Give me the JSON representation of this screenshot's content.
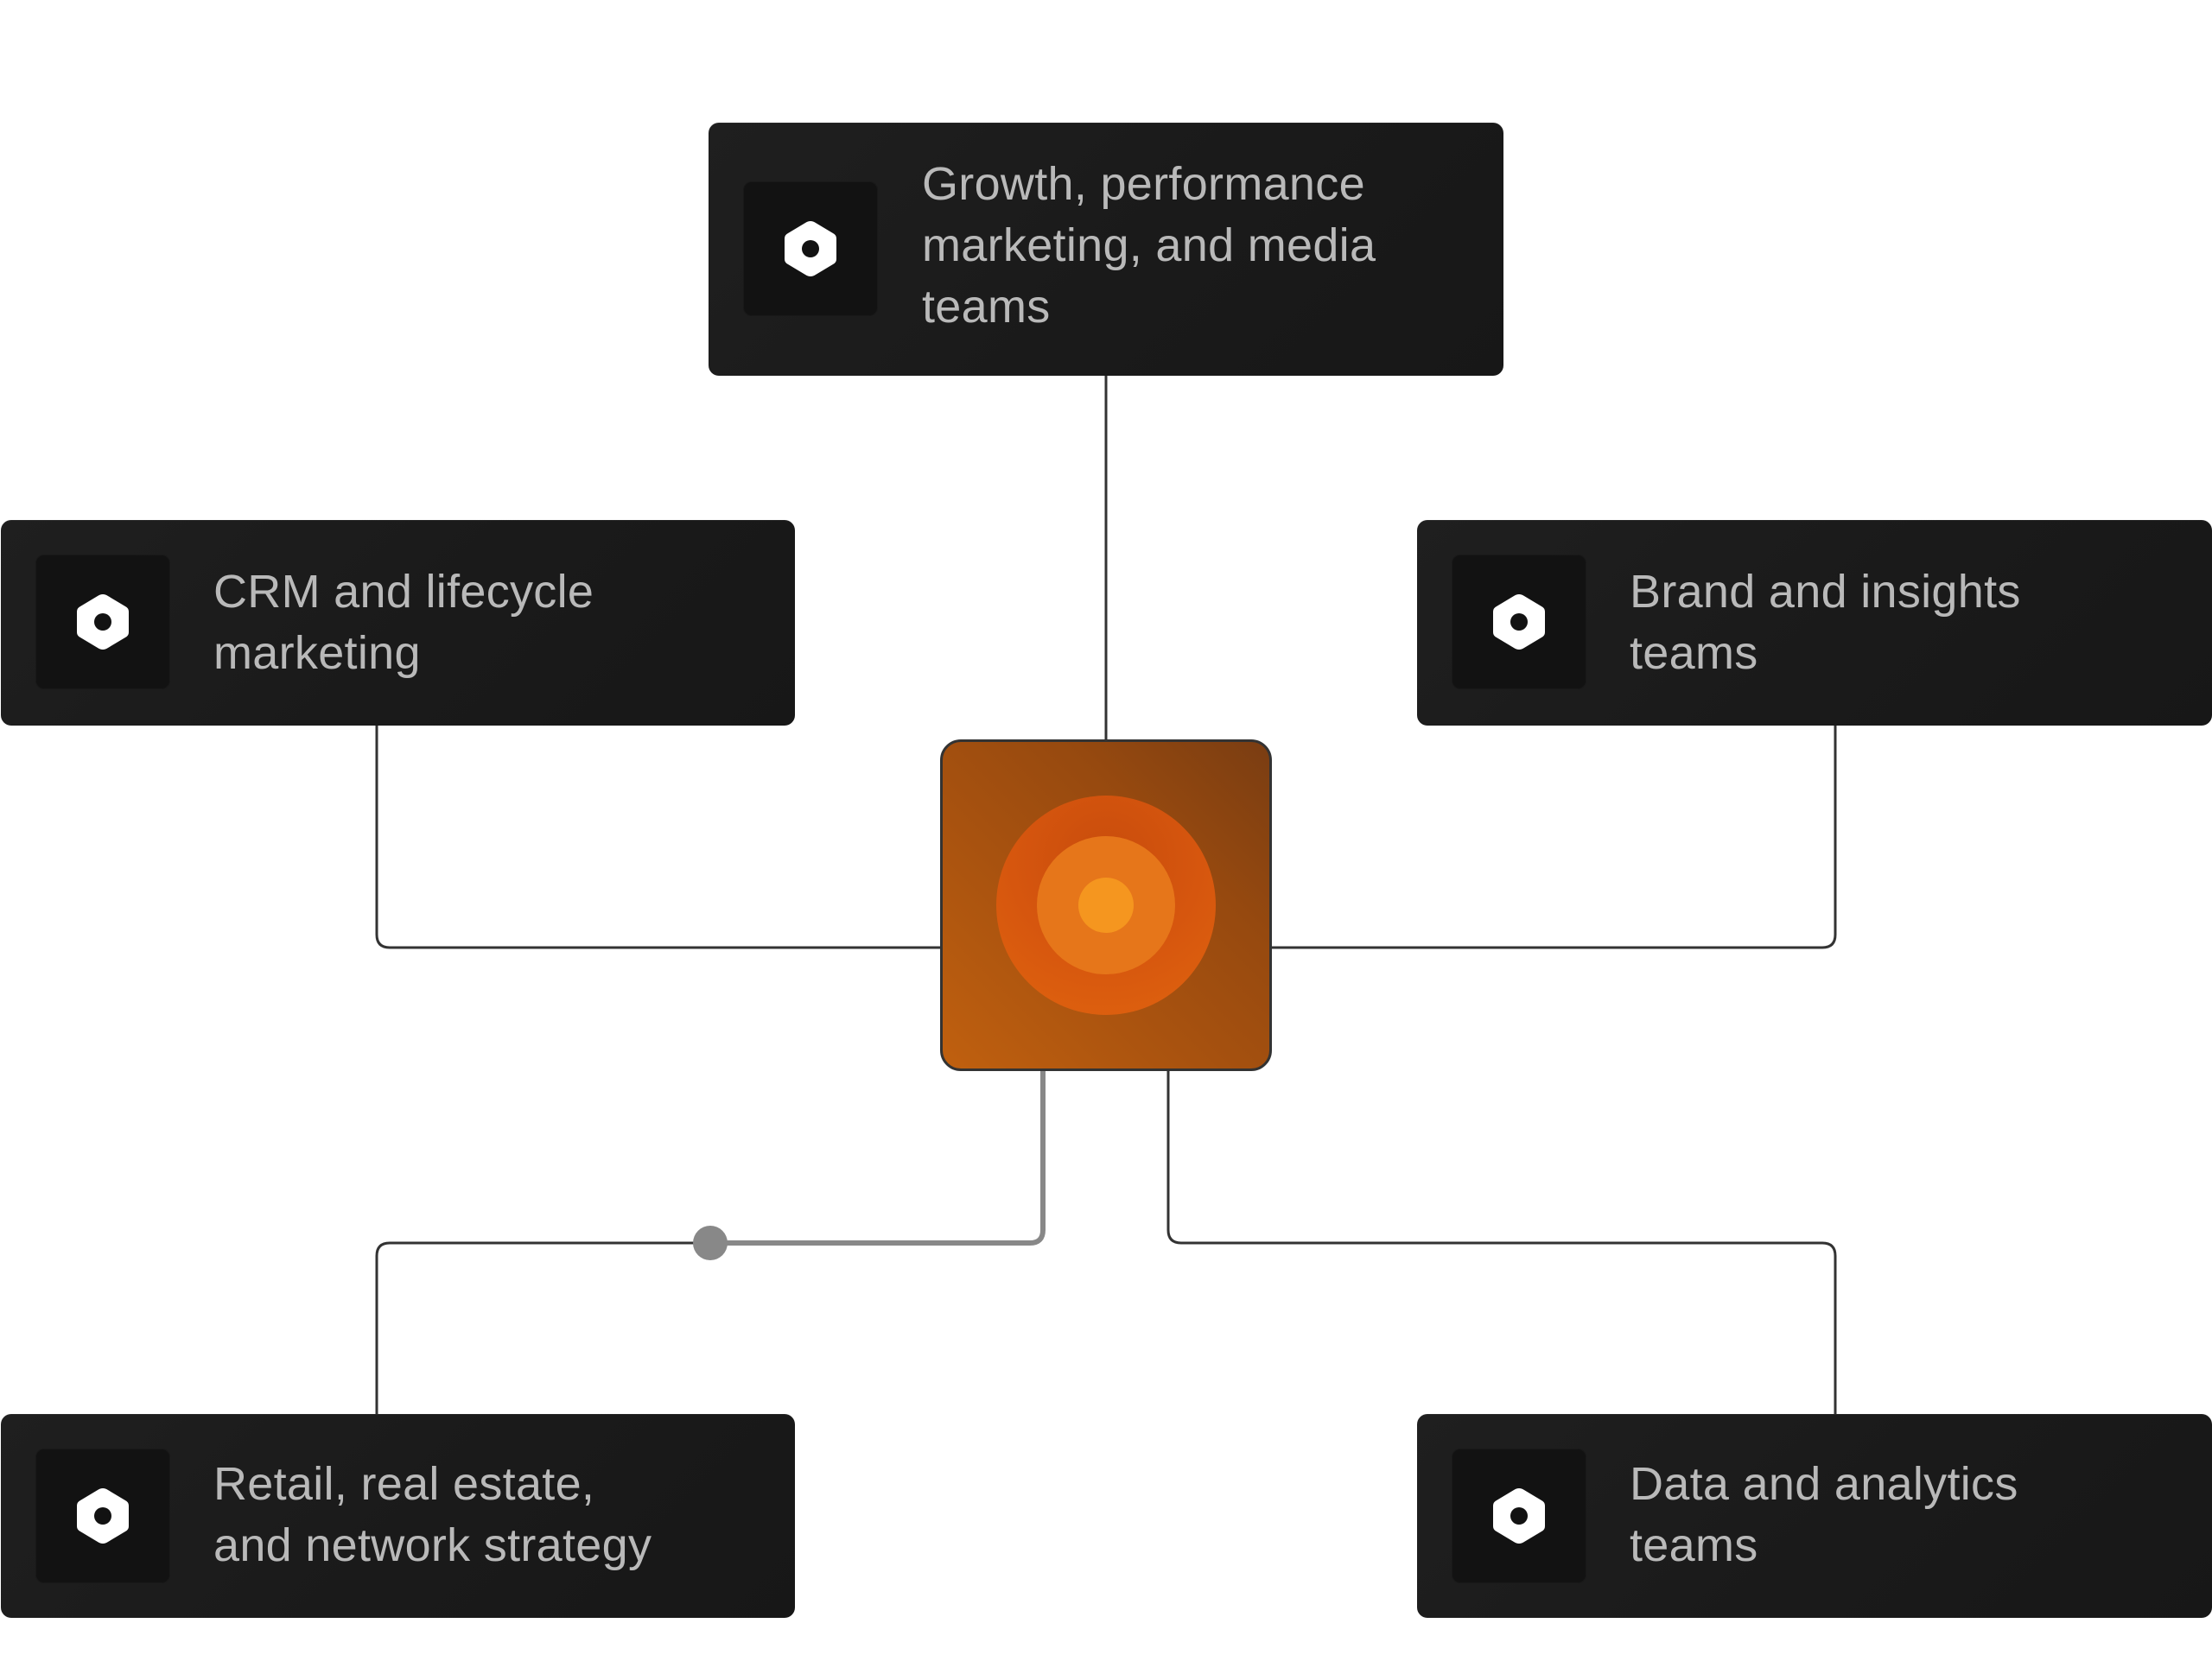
{
  "diagram": {
    "hub": {
      "name": "central-hub",
      "icon": "concentric-target-icon",
      "colors": {
        "background": "#a8520f",
        "ring_outer": "#d6560e",
        "ring_middle": "#e6761a",
        "ring_inner": "#f5961f"
      }
    },
    "nodes": [
      {
        "id": "top",
        "label": "Growth, performance\nmarketing, and media\nteams",
        "icon": "hex-nut-icon"
      },
      {
        "id": "left",
        "label": "CRM and lifecycle\nmarketing",
        "icon": "hex-nut-icon"
      },
      {
        "id": "right",
        "label": "Brand and insights\nteams",
        "icon": "hex-nut-icon"
      },
      {
        "id": "bottom-left",
        "label": "Retail, real estate,\nand network strategy",
        "icon": "hex-nut-icon"
      },
      {
        "id": "bottom-right",
        "label": "Data and analytics\nteams",
        "icon": "hex-nut-icon"
      }
    ],
    "connections": [
      {
        "from": "hub",
        "to": "top",
        "highlighted": false
      },
      {
        "from": "hub",
        "to": "left",
        "highlighted": false
      },
      {
        "from": "hub",
        "to": "right",
        "highlighted": false
      },
      {
        "from": "hub",
        "to": "bottom-left",
        "highlighted": true
      },
      {
        "from": "hub",
        "to": "bottom-right",
        "highlighted": false
      }
    ],
    "colors": {
      "card_background": "#1a1a1a",
      "icon_box_background": "#121212",
      "label_text": "#b9b9b9",
      "connector": "#333333",
      "connector_highlight": "#888888"
    }
  }
}
